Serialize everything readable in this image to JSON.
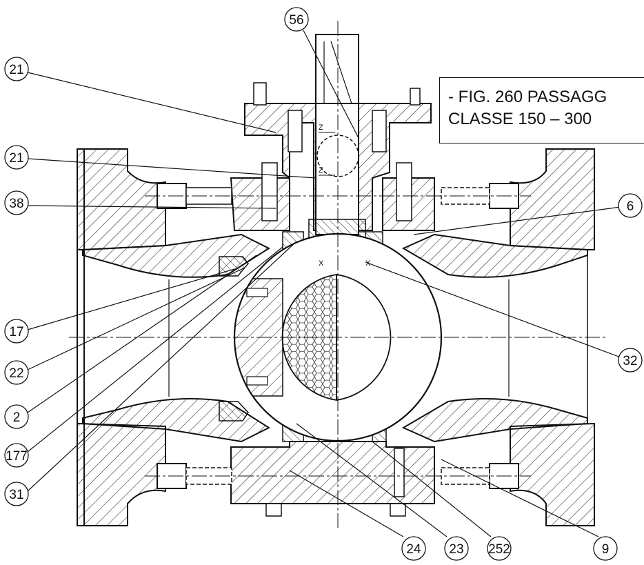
{
  "title": {
    "line1": "- FIG. 260 PASSAGG",
    "line2": "CLASSE 150 – 300"
  },
  "section_marks": {
    "z": "Z",
    "x": "X"
  },
  "callouts": [
    {
      "id": "56",
      "label": "56"
    },
    {
      "id": "21a",
      "label": "21"
    },
    {
      "id": "21b",
      "label": "21"
    },
    {
      "id": "38",
      "label": "38"
    },
    {
      "id": "6",
      "label": "6"
    },
    {
      "id": "17",
      "label": "17"
    },
    {
      "id": "22",
      "label": "22"
    },
    {
      "id": "2",
      "label": "2"
    },
    {
      "id": "177",
      "label": "177"
    },
    {
      "id": "31",
      "label": "31"
    },
    {
      "id": "32",
      "label": "32"
    },
    {
      "id": "24",
      "label": "24"
    },
    {
      "id": "23",
      "label": "23"
    },
    {
      "id": "252",
      "label": "252"
    },
    {
      "id": "9",
      "label": "9"
    }
  ]
}
